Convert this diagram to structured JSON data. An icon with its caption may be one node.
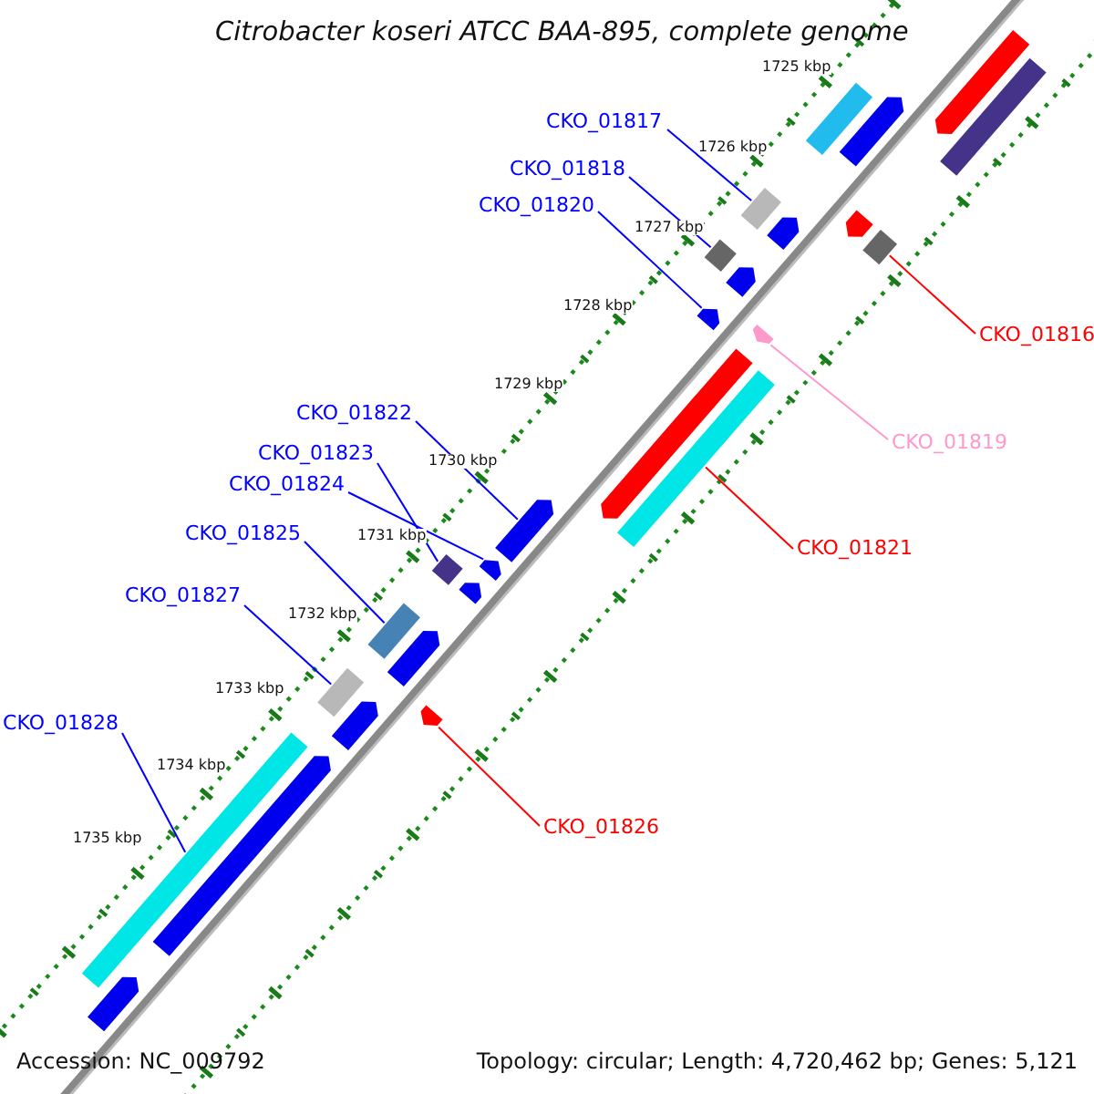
{
  "diagram": {
    "title": "Citrobacter koseri ATCC BAA-895, complete genome",
    "nodes": [
      {
        "text": [
          "CKO_01817"
        ]
      },
      {
        "text": [
          "CKO_01818"
        ]
      },
      {
        "text": [
          "CKO_01820"
        ]
      },
      {
        "text": [
          "CKO_01816"
        ]
      },
      {
        "text": [
          "CKO_01822"
        ]
      },
      {
        "text": [
          "CKO_01819"
        ]
      },
      {
        "text": [
          "CKO_01823"
        ]
      },
      {
        "text": [
          "CKO_01824"
        ]
      },
      {
        "text": [
          "CKO_01825"
        ]
      },
      {
        "text": [
          "CKO_01821"
        ]
      },
      {
        "text": [
          "CKO_01827"
        ]
      },
      {
        "text": [
          "CKO_01828"
        ]
      },
      {
        "text": [
          "CKO_01826"
        ]
      },
      {
        "text": [],
        "shape": "bar"
      },
      {
        "text": [],
        "shape": "bar"
      },
      {
        "text": [],
        "shape": "bar"
      },
      {
        "text": [],
        "shape": "bar"
      },
      {
        "text": [],
        "shape": "bar"
      },
      {
        "text": [],
        "shape": "bar"
      },
      {
        "text": [],
        "shape": "bar"
      },
      {
        "text": [],
        "shape": "bar"
      },
      {
        "text": [],
        "shape": "bar"
      },
      {
        "text": [],
        "shape": "bar"
      },
      {
        "text": [],
        "shape": "bar"
      },
      {
        "text": [],
        "shape": "bar"
      },
      {
        "text": [],
        "shape": "bar"
      },
      {
        "text": [],
        "shape": "bar"
      },
      {
        "text": [],
        "shape": "bar"
      },
      {
        "text": [],
        "shape": "bar"
      },
      {
        "text": [],
        "shape": "bar"
      },
      {
        "text": [],
        "shape": "bar"
      },
      {
        "text": [],
        "shape": "bar"
      },
      {
        "text": [],
        "shape": "bar"
      },
      {
        "text": [],
        "shape": "bar"
      },
      {
        "text": [],
        "shape": "bar"
      },
      {
        "text": [],
        "shape": "bar"
      },
      {
        "text": [],
        "shape": "bar"
      },
      {
        "text": [],
        "shape": "bar"
      },
      {
        "text": [],
        "shape": "bar"
      }
    ],
    "edges": [
      {
        "from": 0,
        "to": 25,
        "arrow": "none"
      },
      {
        "from": 1,
        "to": 26,
        "arrow": "none"
      },
      {
        "from": 2,
        "to": 16,
        "arrow": "none"
      },
      {
        "from": 3,
        "to": 37,
        "arrow": "none",
        "color": "#ff0000"
      },
      {
        "from": 4,
        "to": 17,
        "arrow": "none"
      },
      {
        "from": 5,
        "to": 33,
        "arrow": "none",
        "color": "#ff99cc"
      },
      {
        "from": 6,
        "to": 27,
        "arrow": "none"
      },
      {
        "from": 7,
        "to": 18,
        "arrow": "none"
      },
      {
        "from": 8,
        "to": 28,
        "arrow": "none"
      },
      {
        "from": 9,
        "to": 38,
        "arrow": "none",
        "color": "#ff0000"
      },
      {
        "from": 10,
        "to": 29,
        "arrow": "none"
      },
      {
        "from": 11,
        "to": 30,
        "arrow": "none"
      },
      {
        "from": 12,
        "to": 35,
        "arrow": "none",
        "color": "#ff0000"
      }
    ],
    "labels": [
      "1725 kbp",
      "1726 kbp",
      "1727 kbp",
      "1728 kbp",
      "1729 kbp",
      "1730 kbp",
      "1731 kbp",
      "1732 kbp",
      "1733 kbp",
      "1734 kbp",
      "1735 kbp",
      "Accession: NC_009792",
      "Topology: circular; Length: 4,720,462 bp; Genes: 5,121"
    ]
  }
}
